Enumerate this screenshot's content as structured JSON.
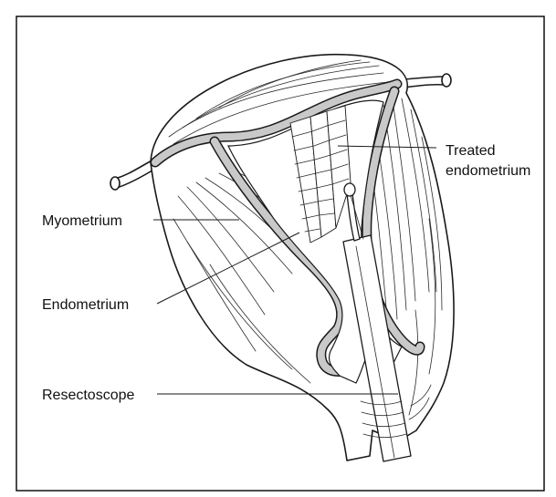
{
  "labels": {
    "treated_line1": "Treated",
    "treated_line2": "endometrium",
    "myometrium": "Myometrium",
    "endometrium": "Endometrium",
    "resectoscope": "Resectoscope"
  },
  "colors": {
    "outline": "#1a1a1a",
    "endometrium_fill": "#c9c9c9",
    "background": "#ffffff"
  }
}
